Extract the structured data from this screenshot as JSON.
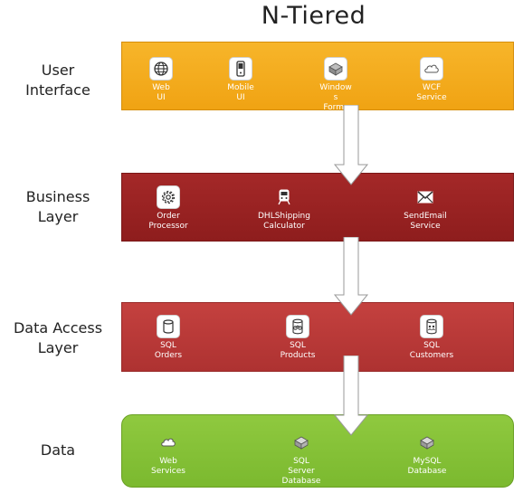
{
  "title": "N-Tiered",
  "layers": {
    "user_interface": {
      "label": "User\nInterface",
      "items": [
        {
          "label": "Web\nUI",
          "icon": "globe-icon"
        },
        {
          "label": "Mobile\nUI",
          "icon": "mobile-phone-icon"
        },
        {
          "label": "Window\ns\nForms",
          "icon": "server-icon"
        },
        {
          "label": "WCF\nService",
          "icon": "cloud-icon"
        }
      ]
    },
    "business_layer": {
      "label": "Business\nLayer",
      "items": [
        {
          "label": "Order\nProcessor",
          "icon": "gear-icon"
        },
        {
          "label": "DHLShipping\nCalculator",
          "icon": "train-icon"
        },
        {
          "label": "SendEmail\nService",
          "icon": "envelope-icon"
        }
      ]
    },
    "data_access_layer": {
      "label": "Data Access\nLayer",
      "items": [
        {
          "label": "SQL\nOrders",
          "icon": "database-icon"
        },
        {
          "label": "SQL\nProducts",
          "icon": "database-bike-icon"
        },
        {
          "label": "SQL\nCustomers",
          "icon": "database-people-icon"
        }
      ]
    },
    "data": {
      "label": "Data",
      "items": [
        {
          "label": "Web\nServices",
          "icon": "cloud-icon"
        },
        {
          "label": "SQL\nServer\nDatabase",
          "icon": "server-icon"
        },
        {
          "label": "MySQL\nDatabase",
          "icon": "server-icon"
        }
      ]
    }
  },
  "colors": {
    "user_interface": "#f0a313",
    "business_layer": "#8e1d1d",
    "data_access_layer": "#ae3231",
    "data": "#7bb92f",
    "arrow": "#ffffff"
  }
}
